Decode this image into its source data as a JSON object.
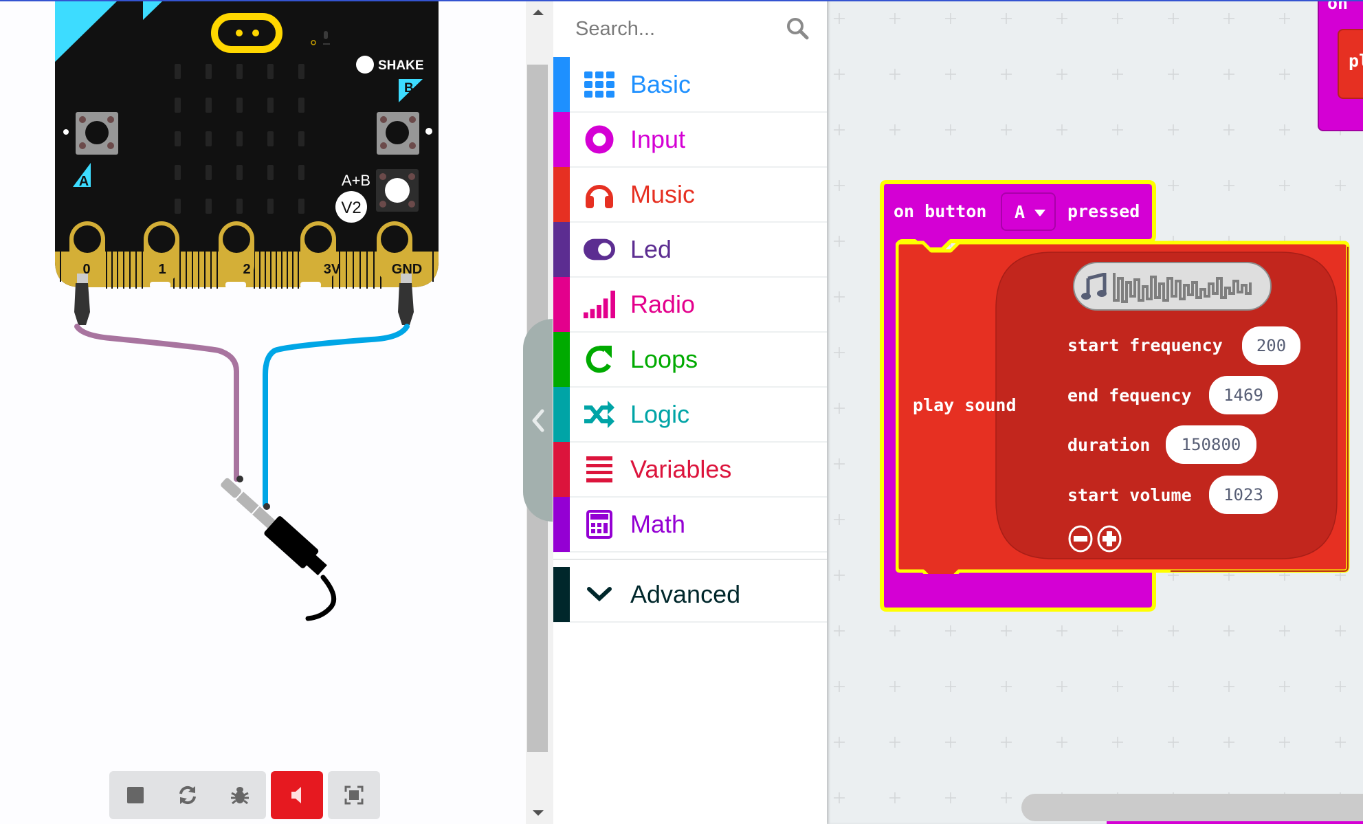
{
  "simulator": {
    "board": {
      "shake_label": "SHAKE",
      "button_a_label": "A",
      "button_b_label": "B",
      "button_ab_label": "A+B",
      "version_badge": "V2",
      "pins": [
        "0",
        "1",
        "2",
        "3V",
        "GND"
      ]
    },
    "wires": [
      {
        "from_pin": "0",
        "color": "#a8749f"
      },
      {
        "from_pin": "GND",
        "color": "#00a6e6"
      }
    ],
    "controls": {
      "stop": "stop-icon",
      "restart": "restart-icon",
      "debug": "bug-icon",
      "mute": "speaker-icon",
      "fullscreen": "fullscreen-icon",
      "mute_active_color": "#e61920"
    }
  },
  "toolbox": {
    "search_placeholder": "Search...",
    "categories": [
      {
        "label": "Basic",
        "color": "#1e90ff",
        "icon": "grid-icon"
      },
      {
        "label": "Input",
        "color": "#d400d4",
        "icon": "circle-dot-icon"
      },
      {
        "label": "Music",
        "color": "#e63022",
        "icon": "headphones-icon"
      },
      {
        "label": "Led",
        "color": "#5c2d91",
        "icon": "toggle-icon"
      },
      {
        "label": "Radio",
        "color": "#e3008c",
        "icon": "signal-bars-icon"
      },
      {
        "label": "Loops",
        "color": "#00aa00",
        "icon": "loop-arrow-icon"
      },
      {
        "label": "Logic",
        "color": "#00a4a6",
        "icon": "shuffle-icon"
      },
      {
        "label": "Variables",
        "color": "#dc143c",
        "icon": "lines-icon"
      },
      {
        "label": "Math",
        "color": "#9400d3",
        "icon": "calculator-icon"
      }
    ],
    "advanced": {
      "label": "Advanced",
      "color": "#00272b",
      "icon": "chevron-down-icon"
    }
  },
  "workspace": {
    "event_block": {
      "prefix": "on button",
      "dropdown_value": "A",
      "suffix": "pressed",
      "color": "#d400d4",
      "highlight": "#ffff00"
    },
    "play_sound_block": {
      "label": "play sound",
      "color": "#e63022",
      "inner_color": "#c2261d",
      "fields": [
        {
          "label": "start frequency",
          "value": "200"
        },
        {
          "label": "end fequency",
          "value": "1469"
        },
        {
          "label": "duration",
          "value": "150800"
        },
        {
          "label": "start volume",
          "value": "1023"
        }
      ],
      "remove_icon": "minus-circle-icon",
      "add_icon": "plus-circle-icon"
    },
    "offscreen_block": {
      "partial_label": "pl",
      "partial_header": "on"
    }
  }
}
